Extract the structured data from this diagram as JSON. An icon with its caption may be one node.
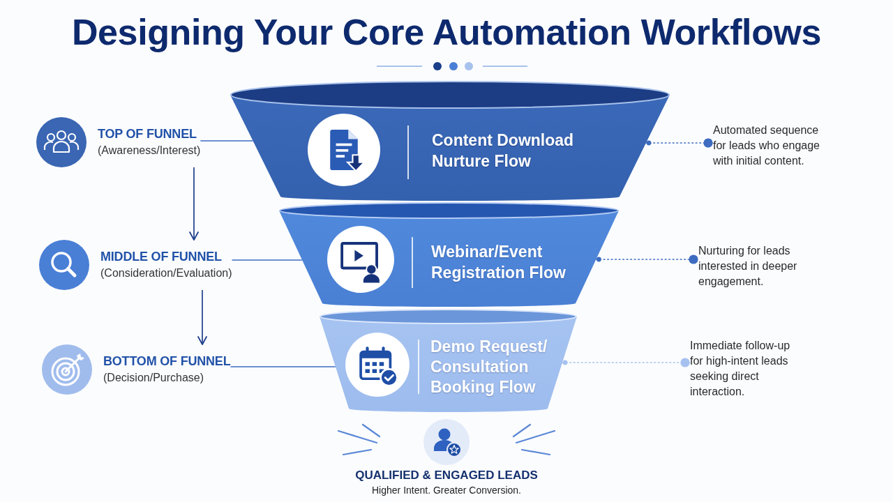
{
  "diagram": {
    "title": "Designing Your Core Automation Workflows",
    "nodes": [
      {
        "text": [
          "TOP OF FUNNEL",
          "(Awareness/Interest)"
        ]
      },
      {
        "text": [
          "Content Download Nurture Flow"
        ]
      },
      {
        "text": [
          "Automated sequence for leads who engage with initial content."
        ]
      },
      {
        "text": [
          "MIDDLE OF FUNNEL",
          "(Consideration/Evaluation)"
        ]
      },
      {
        "text": [
          "Webinar/Event Registration Flow"
        ]
      },
      {
        "text": [
          "Nurturing for leads interested in deeper engagement."
        ]
      },
      {
        "text": [
          "BOTTOM OF FUNNEL",
          "(Decision/Purchase)"
        ]
      },
      {
        "text": [
          "Demo Request/ Consultation Booking Flow"
        ]
      },
      {
        "text": [
          "Immediate follow-up for high-intent leads seeking direct interaction."
        ]
      },
      {
        "text": [
          "QUALIFIED & ENGAGED LEADS",
          "Higher Intent. Greater Conversion."
        ]
      }
    ],
    "edges": [
      {
        "from": 0,
        "to": 3,
        "arrow": "to",
        "color": "#1f3f8c"
      },
      {
        "from": 3,
        "to": 6,
        "arrow": "to",
        "color": "#1f3f8c"
      },
      {
        "from": 0,
        "to": 1,
        "arrow": "none"
      },
      {
        "from": 3,
        "to": 4,
        "arrow": "none"
      },
      {
        "from": 6,
        "to": 7,
        "arrow": "none"
      },
      {
        "from": 1,
        "to": 2,
        "arrow": "other",
        "style": "dashed"
      },
      {
        "from": 4,
        "to": 5,
        "arrow": "other",
        "style": "dashed"
      },
      {
        "from": 7,
        "to": 8,
        "arrow": "other",
        "style": "dashed",
        "color": "#a6c1ef"
      }
    ]
  }
}
